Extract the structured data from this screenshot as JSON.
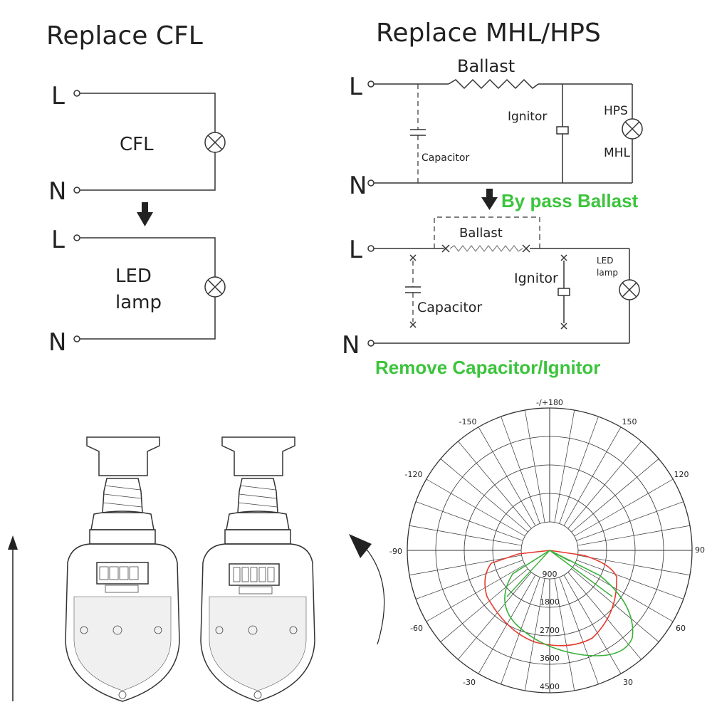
{
  "cfl_section": {
    "title": "Replace CFL",
    "top_circuit": {
      "l_label": "L",
      "n_label": "N",
      "load_label": "CFL"
    },
    "bottom_circuit": {
      "l_label": "L",
      "n_label": "N",
      "load_label_line1": "LED",
      "load_label_line2": "lamp"
    }
  },
  "mhl_section": {
    "title": "Replace MHL/HPS",
    "top_circuit": {
      "l_label": "L",
      "n_label": "N",
      "ballast_label": "Ballast",
      "ignitor_label": "Ignitor",
      "capacitor_label": "Capacitor",
      "lamp_label_top": "HPS",
      "lamp_label_bottom": "MHL"
    },
    "bypass_label": "By pass Ballast",
    "bottom_circuit": {
      "l_label": "L",
      "n_label": "N",
      "ballast_label": "Ballast",
      "ignitor_label": "Ignitor",
      "capacitor_label": "Capacitor",
      "lamp_label_line1": "LED",
      "lamp_label_line2": "lamp"
    },
    "remove_label": "Remove Capacitor/Ignitor"
  },
  "polar_chart": {
    "angle_labels": {
      "top": "-/+180",
      "upper_left": "-150",
      "upper_right": "150",
      "mid_upper_left": "-120",
      "mid_upper_right": "120",
      "left": "-90",
      "right": "90",
      "lower_left": "-60",
      "lower_right": "60",
      "bottom_left": "-30",
      "bottom_right": "30"
    },
    "radial_labels": [
      "900",
      "1800",
      "2700",
      "3600",
      "4500"
    ],
    "series_colors": [
      "#e53a2e",
      "#38b038"
    ]
  }
}
